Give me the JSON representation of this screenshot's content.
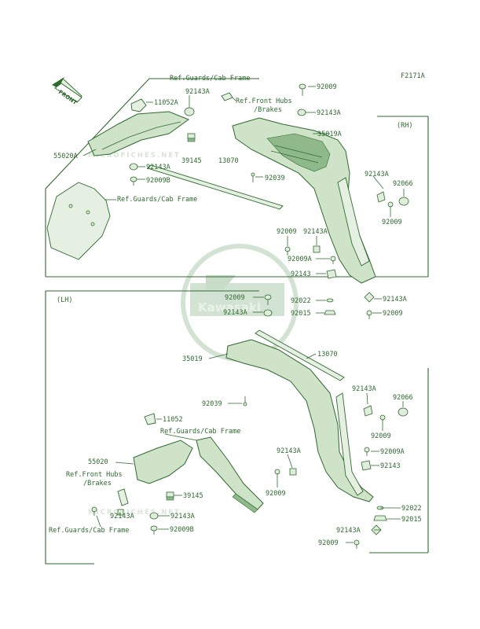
{
  "figure_id": "F2171A",
  "front_label": "FRONT",
  "watermark_text": "MICROFICHES.NET",
  "logo_text": "Kawasaki",
  "upper_panel": {
    "side_label": "(RH)",
    "labels": {
      "ref_guards_cab_frame_top": "Ref.Guards/Cab Frame",
      "p92143a_a": "92143A",
      "p11052a": "11052A",
      "ref_front_hubs_line1": "Ref.Front Hubs",
      "ref_front_hubs_line2": "/Brakes",
      "p92009_a": "92009",
      "p92143a_b": "92143A",
      "p35019a": "35019A",
      "p55020a": "55020A",
      "p39145": "39145",
      "p13070": "13070",
      "p92143a_c": "92143A",
      "p92009b": "92009B",
      "p92039": "92039",
      "ref_guards_cab_frame_mid": "Ref.Guards/Cab Frame",
      "p92143a_d": "92143A",
      "p92066": "92066",
      "p92009_b": "92009",
      "p92009_c": "92009",
      "p92143a_e": "92143A",
      "p92009a": "92009A",
      "p92143": "92143",
      "p92022": "92022",
      "p92143a_f": "92143A",
      "p92015": "92015",
      "p92009_d": "92009"
    }
  },
  "lower_panel": {
    "side_label": "(LH)",
    "labels": {
      "p92009_a": "92009",
      "p92143a_a": "92143A",
      "p35019": "35019",
      "p13070": "13070",
      "p92143a_b": "92143A",
      "p92066": "92066",
      "p92039": "92039",
      "p92009_b": "92009",
      "p11052": "11052",
      "ref_guards_cab_frame": "Ref.Guards/Cab Frame",
      "p55020": "55020",
      "p92143a_c": "92143A",
      "p92009a": "92009A",
      "p92143": "92143",
      "ref_front_hubs_line1": "Ref.Front Hubs",
      "ref_front_hubs_line2": "/Brakes",
      "p92009_c": "92009",
      "p39145": "39145",
      "p92022": "92022",
      "p92143a_d": "92143A",
      "p92143a_e": "92143A",
      "p92015": "92015",
      "ref_guards_cab_frame_bottom": "Ref.Guards/Cab Frame",
      "p92009b": "92009B",
      "p92143a_f": "92143A",
      "p92009_d": "92009"
    }
  },
  "colors": {
    "line": "#2f6a2f",
    "part_fill": "#cfe3c8",
    "watermark": "#d8e5d8",
    "background": "#ffffff"
  }
}
